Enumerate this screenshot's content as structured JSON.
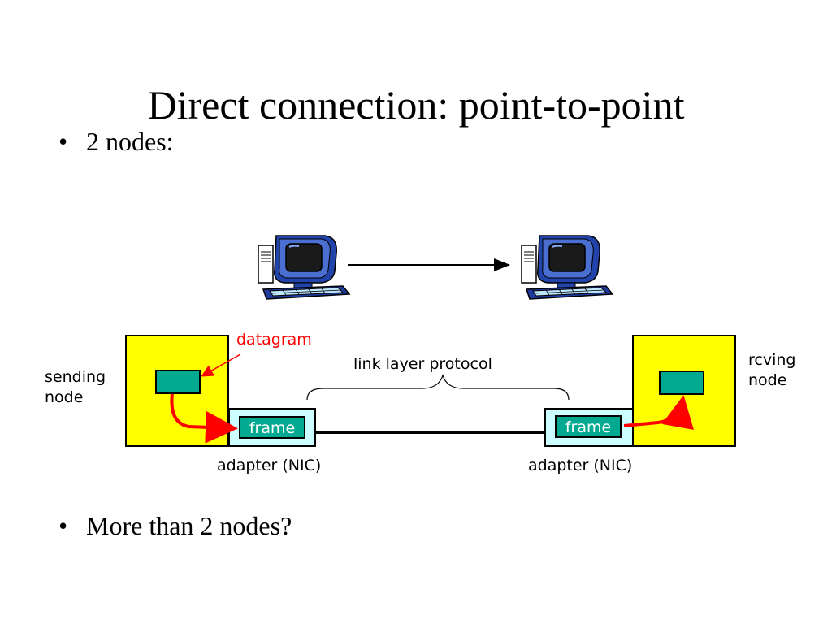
{
  "slide": {
    "title": "Direct connection: point-to-point",
    "bullets": [
      {
        "bullet": "•",
        "text": "2 nodes:"
      },
      {
        "bullet": "•",
        "text": "More than 2 nodes?"
      }
    ]
  },
  "diagram": {
    "datagram_label": "datagram",
    "link_layer_label": "link layer protocol",
    "sending_node_label": [
      "sending",
      "node"
    ],
    "rcving_node_label": [
      "rcving",
      "node"
    ],
    "frame_label": "frame",
    "adapter_label": "adapter (NIC)",
    "computers": [
      {
        "icon": "computer-icon"
      },
      {
        "icon": "computer-icon"
      }
    ],
    "colors": {
      "node_fill": "#ffff00",
      "adapter_fill": "#ccffff",
      "packet_fill": "#00a98f",
      "red": "#ff0000"
    }
  }
}
